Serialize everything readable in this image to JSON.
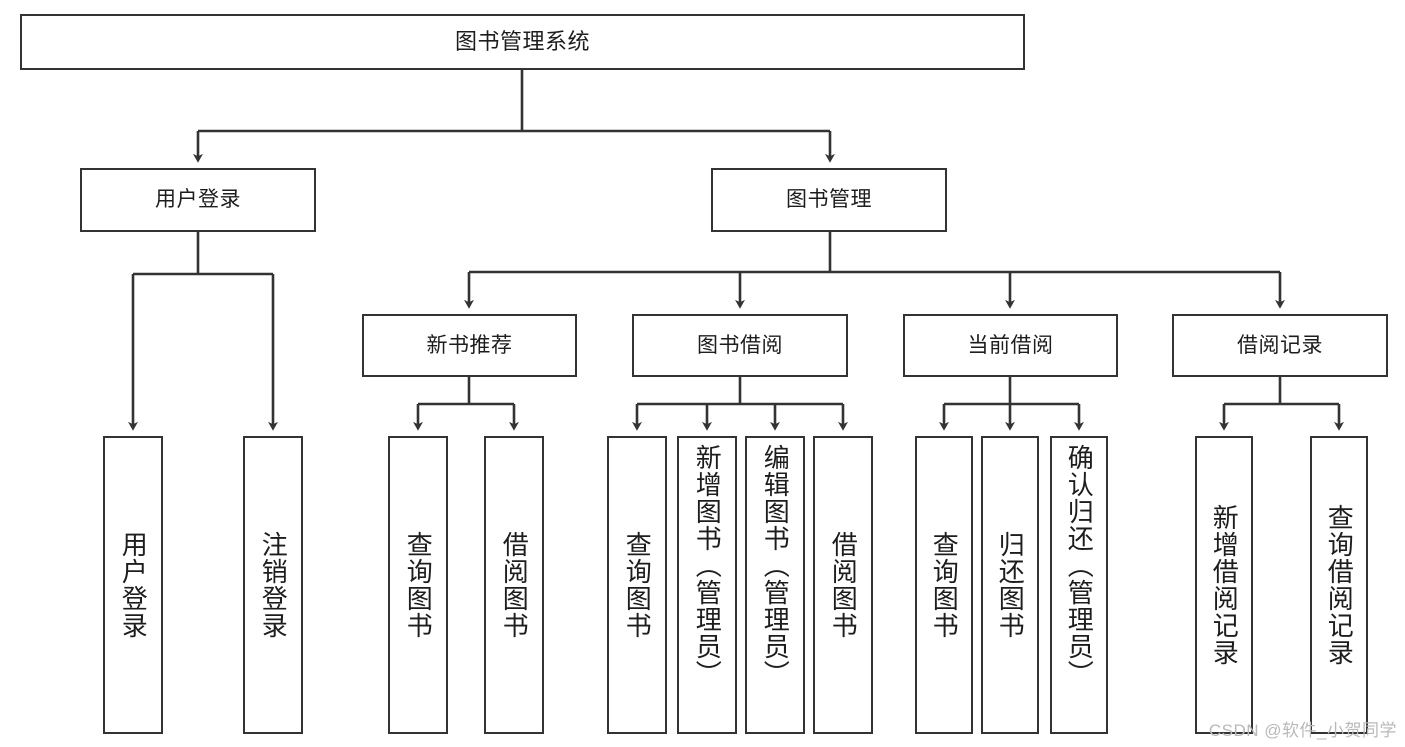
{
  "diagram": {
    "title": "图书管理系统",
    "watermark": "CSDN @软件_小贺同学",
    "line_color": "#333333",
    "box_border_color": "#333333",
    "box_fill_color": "#ffffff",
    "text_color": "#1d1d1d",
    "watermark_color": "#b9b9b9",
    "type": "tree",
    "levels": 4
  },
  "nodes": {
    "root": {
      "label": "图书管理系统"
    },
    "level1": [
      {
        "label": "用户登录"
      },
      {
        "label": "图书管理"
      }
    ],
    "level2": [
      {
        "label": "新书推荐"
      },
      {
        "label": "图书借阅"
      },
      {
        "label": "当前借阅"
      },
      {
        "label": "借阅记录"
      }
    ],
    "leaves": {
      "user_login": [
        {
          "label": "用户登录"
        },
        {
          "label": "注销登录"
        }
      ],
      "new_book": [
        {
          "label": "查询图书"
        },
        {
          "label": "借阅图书"
        }
      ],
      "book_borrow": [
        {
          "label": "查询图书"
        },
        {
          "label": "新增图书（管理员）"
        },
        {
          "label": "编辑图书（管理员）"
        },
        {
          "label": "借阅图书"
        }
      ],
      "current_borrow": [
        {
          "label": "查询图书"
        },
        {
          "label": "归还图书"
        },
        {
          "label": "确认归还（管理员）"
        }
      ],
      "borrow_record": [
        {
          "label": "新增借阅记录"
        },
        {
          "label": "查询借阅记录"
        }
      ]
    }
  }
}
